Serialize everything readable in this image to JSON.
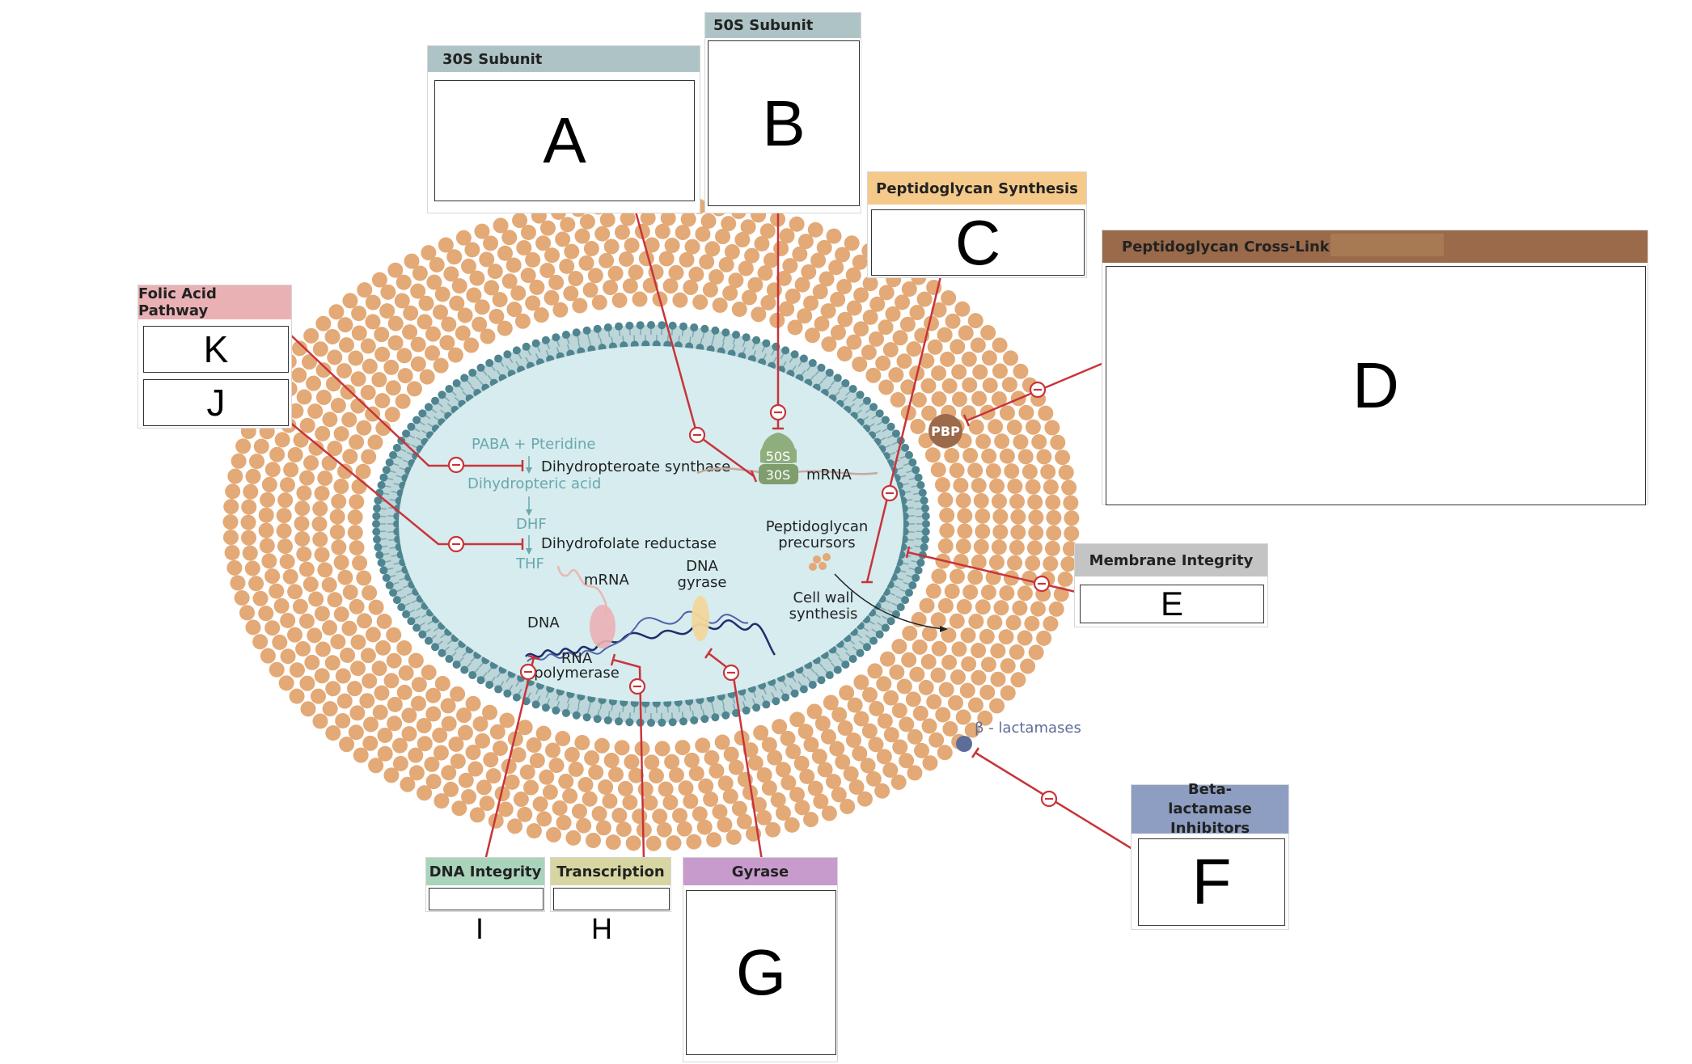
{
  "colors": {
    "peptidoglycan": "#e3a976",
    "membrane_head": "#4f8590",
    "cytoplasm": "#d6ecef",
    "inhibitor_red": "#c8343a",
    "pale_text": "#6aa7ae",
    "header_30s": "#aec3c5",
    "header_50s": "#aec3c5",
    "header_peptidoglycan_synthesis": "#f4c98a",
    "header_crosslinking": "#9a6a4a",
    "header_folic": "#eab1b5",
    "header_membrane": "#c4c4c4",
    "header_betalactamase": "#8d9ec2",
    "header_dna": "#a9d3bb",
    "header_transcription": "#d7d6a3",
    "header_gyrase": "#c89bcd",
    "pbp": "#9a6a4a",
    "ribosome": "#8fae7d",
    "beta_lactamase_dot": "#5d6d99"
  },
  "categories": {
    "s30": {
      "title": "30S Subunit",
      "answer": "A"
    },
    "s50": {
      "title": "50S Subunit",
      "answer": "B"
    },
    "pg_synth": {
      "title": "Peptidoglycan Synthesis",
      "answer": "C"
    },
    "pg_cross": {
      "title": "Peptidoglycan Cross-Linking",
      "answer": "D"
    },
    "membrane": {
      "title": "Membrane Integrity",
      "answer": "E"
    },
    "betalact": {
      "title": "Beta-lactamase Inhibitors",
      "answer": "F"
    },
    "gyrase": {
      "title": "Gyrase",
      "answer": "G"
    },
    "transcription": {
      "title": "Transcription",
      "answer": "H"
    },
    "dna": {
      "title": "DNA Integrity",
      "answer": "I"
    },
    "folic": {
      "title": "Folic Acid Pathway",
      "answers": [
        "K",
        "J"
      ]
    }
  },
  "labels": {
    "paba": "PABA + Pteridine",
    "dps": "Dihydropteroate synthase",
    "dha": "Dihydropteric acid",
    "dhf": "DHF",
    "dhfr": "Dihydrofolate reductase",
    "thf": "THF",
    "s50": "50S",
    "s30": "30S",
    "mrna_ribo": "mRNA",
    "pg_prec_1": "Peptidoglycan",
    "pg_prec_2": "precursors",
    "cws_1": "Cell wall",
    "cws_2": "synthesis",
    "mrna": "mRNA",
    "dna_gyrase_1": "DNA",
    "dna_gyrase_2": "gyrase",
    "dna": "DNA",
    "rnap_1": "RNA",
    "rnap_2": "polymerase",
    "pbp": "PBP",
    "beta_lactamases": "β - lactamases"
  }
}
